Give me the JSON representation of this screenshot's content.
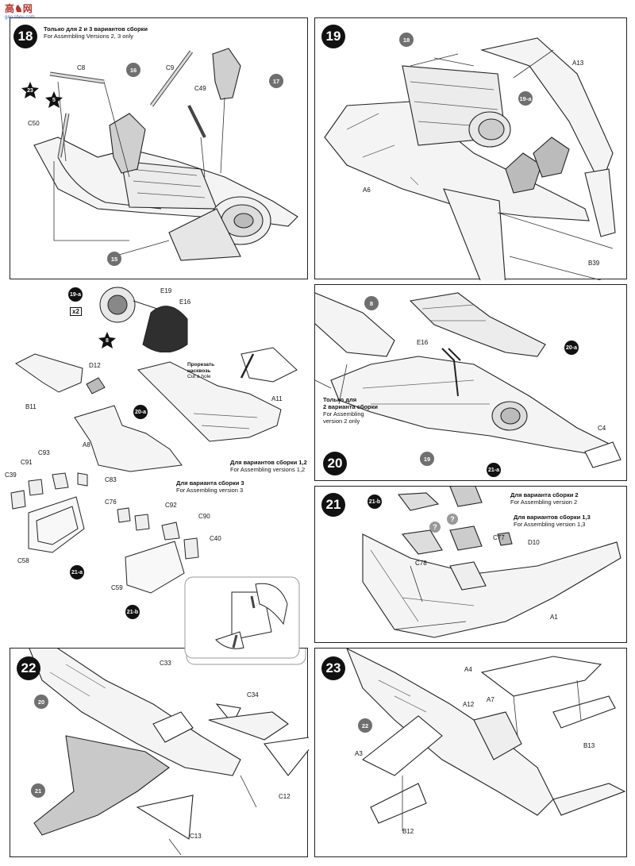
{
  "watermark": {
    "main": "高♞网",
    "sub": "gao.shou.com"
  },
  "step18": {
    "number": "18",
    "note_ru": "Только для 2 и 3 вариантов сборки",
    "note_en": "For Assembling Versions 2, 3 only",
    "parts": [
      "C8",
      "C9",
      "C49",
      "C50"
    ],
    "discs": [
      "16",
      "17",
      "15"
    ],
    "stars": [
      "23",
      "5"
    ]
  },
  "step19": {
    "number": "19",
    "parts": [
      "A13",
      "A6",
      "B39"
    ],
    "discs": [
      "18",
      "19-a"
    ]
  },
  "sub19a": {
    "tag": "19-a",
    "qty": "x2",
    "parts": [
      "E19",
      "E16"
    ],
    "star": "8"
  },
  "sub20a": {
    "parts": [
      "D12",
      "B11",
      "A8",
      "A11"
    ],
    "tag": "20-a",
    "cut_ru": "Прорезать\nнасквозь",
    "cut_en": "Cut a hole",
    "v12_ru": "Для вариантов сборки 1,2",
    "v12_en": "For Assembling versions 1,2",
    "v3_ru": "Для варианта сборки 3",
    "v3_en": "For Assembling version 3"
  },
  "sub21a": {
    "parts": [
      "C39",
      "C91",
      "C93",
      "C83",
      "C58"
    ],
    "tag": "21-a"
  },
  "sub21b": {
    "parts": [
      "C76",
      "C92",
      "C90",
      "C40",
      "C59"
    ],
    "tag": "21-b"
  },
  "step20": {
    "number": "20",
    "parts": [
      "E16",
      "C4"
    ],
    "discs": [
      "8",
      "19"
    ],
    "tag": "20-a",
    "note_ru": "Только для\n2 варианта сборки",
    "note_en": "For Assembling\nversion 2 only"
  },
  "step21": {
    "number": "21",
    "tags": [
      "21-a",
      "21-b"
    ],
    "parts": [
      "C77",
      "D10",
      "C78",
      "A1"
    ],
    "v2_ru": "Для варианта сборки 2",
    "v2_en": "For Assembling version 2",
    "v13_ru": "Для вариантов сборки 1,3",
    "v13_en": "For Assembling version 1,3",
    "qmarks": [
      "?",
      "?"
    ]
  },
  "step22": {
    "number": "22",
    "parts": [
      "C33",
      "C34",
      "C12",
      "C13"
    ],
    "discs": [
      "20",
      "21"
    ]
  },
  "step23": {
    "number": "23",
    "parts": [
      "A4",
      "A12",
      "A7",
      "B13",
      "A3",
      "B12"
    ],
    "discs": [
      "22"
    ]
  }
}
